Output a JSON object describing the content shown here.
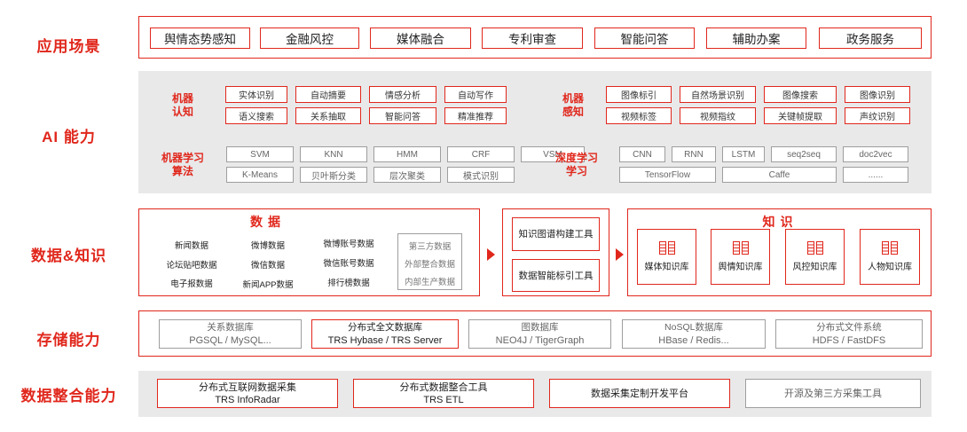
{
  "labels": {
    "scene": "应用场景",
    "ai": "AI 能力",
    "data_knowledge": "数据&知识",
    "storage": "存储能力",
    "integration": "数据整合能力"
  },
  "scenes": [
    "舆情态势感知",
    "金融风控",
    "媒体融合",
    "专利审查",
    "智能问答",
    "辅助办案",
    "政务服务"
  ],
  "ai": {
    "cognition": {
      "title_line1": "机器",
      "title_line2": "认知",
      "items": [
        "实体识别",
        "自动摘要",
        "情感分析",
        "自动写作",
        "语义搜索",
        "关系抽取",
        "智能问答",
        "精准推荐"
      ]
    },
    "perception": {
      "title_line1": "机器",
      "title_line2": "感知",
      "items": [
        "图像标引",
        "自然场景识别",
        "图像搜索",
        "图像识别",
        "视频标签",
        "视频指纹",
        "关键帧提取",
        "声纹识别"
      ]
    },
    "ml": {
      "title_line1": "机器学习",
      "title_line2": "算法",
      "items": [
        "SVM",
        "KNN",
        "HMM",
        "CRF",
        "VSM",
        "K-Means",
        "贝叶斯分类",
        "层次聚类",
        "模式识别"
      ]
    },
    "dl": {
      "title_line1": "深度学习",
      "title_line2": "学习",
      "items": [
        "CNN",
        "RNN",
        "LSTM",
        "seq2seq",
        "doc2vec",
        "TensorFlow",
        "Caffe",
        "......"
      ]
    }
  },
  "data": {
    "title": "数据",
    "items": [
      "新闻数据",
      "微博数据",
      "微博账号数据",
      "论坛贴吧数据",
      "微信数据",
      "微信账号数据",
      "电子报数据",
      "新闻APP数据",
      "排行榜数据"
    ],
    "third_party": [
      "第三方数据",
      "外部整合数据",
      "内部生产数据"
    ]
  },
  "tools": [
    "知识图谱构建工具",
    "数据智能标引工具"
  ],
  "knowledge": {
    "title": "知识",
    "items": [
      "媒体知识库",
      "舆情知识库",
      "风控知识库",
      "人物知识库"
    ],
    "icon": "book-icon"
  },
  "storage": [
    {
      "name": "关系数据库",
      "detail": "PGSQL / MySQL..."
    },
    {
      "name": "分布式全文数据库",
      "detail": "TRS Hybase / TRS Server"
    },
    {
      "name": "图数据库",
      "detail": "NEO4J / TigerGraph"
    },
    {
      "name": "NoSQL数据库",
      "detail": "HBase / Redis..."
    },
    {
      "name": "分布式文件系统",
      "detail": "HDFS / FastDFS"
    }
  ],
  "integration": [
    {
      "name": "分布式互联网数据采集",
      "detail": "TRS InfoRadar"
    },
    {
      "name": "分布式数据整合工具",
      "detail": "TRS ETL"
    },
    {
      "name": "数据采集定制开发平台",
      "detail": ""
    },
    {
      "name": "开源及第三方采集工具",
      "detail": ""
    }
  ],
  "colors": {
    "accent": "#e0271c",
    "gray_band": "#e9e9ea",
    "gray_border": "#9e9e9e"
  }
}
